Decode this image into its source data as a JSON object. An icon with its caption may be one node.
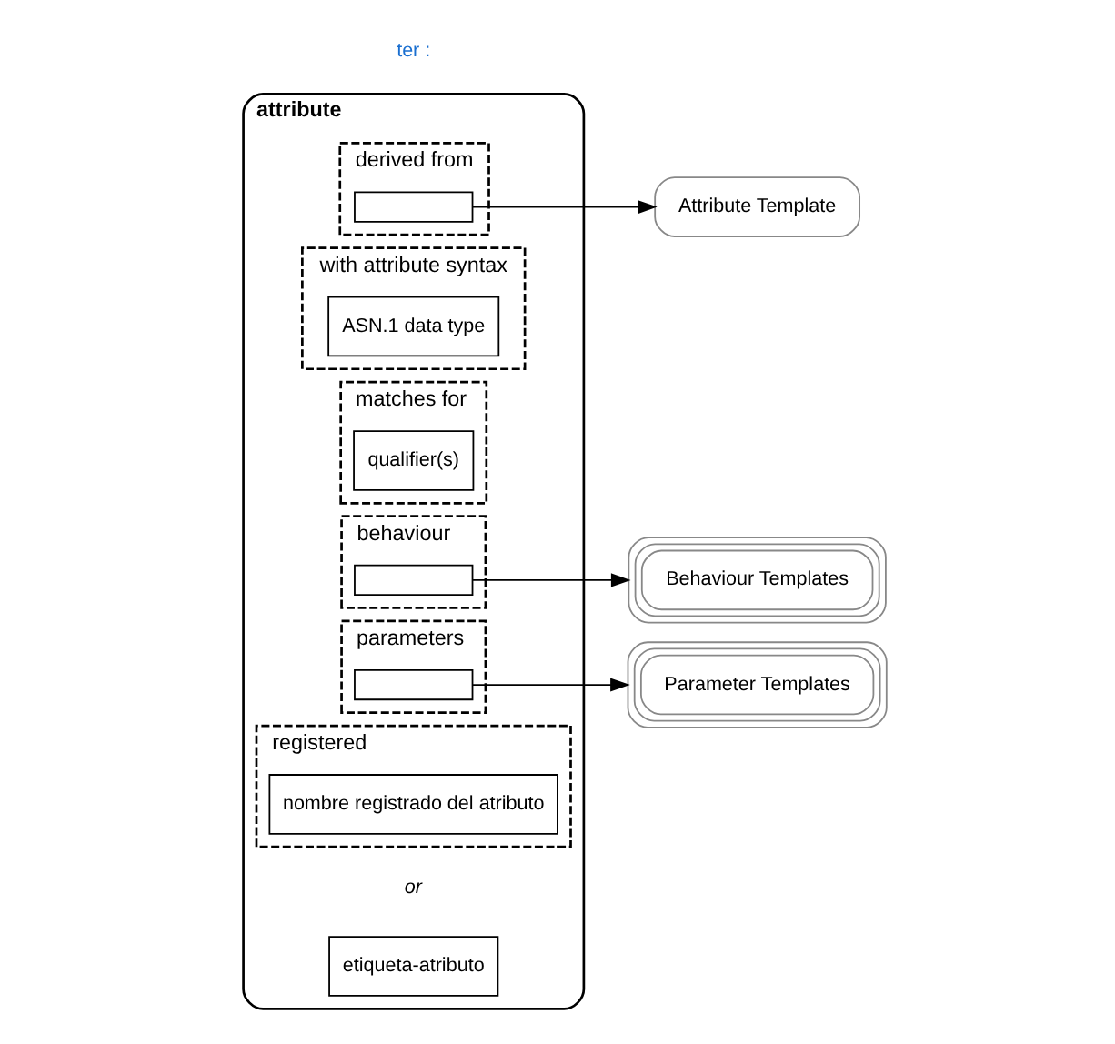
{
  "diagram": {
    "nodes": [
      {
        "text": [
          "attribute"
        ]
      },
      {
        "text": [
          "etiqueta-atributo"
        ],
        "in": 0
      },
      {
        "text": [
          "derived from"
        ],
        "in": 0
      },
      {
        "text": [],
        "shape": "box",
        "in": 2
      },
      {
        "text": [
          "with attribute syntax"
        ],
        "in": 0
      },
      {
        "text": [
          "ASN.1 data type"
        ],
        "in": 4
      },
      {
        "text": [
          "matches for"
        ],
        "in": 0
      },
      {
        "text": [
          "qualifier(s)"
        ],
        "in": 6
      },
      {
        "text": [
          "behaviour"
        ],
        "in": 0
      },
      {
        "text": [],
        "shape": "box",
        "in": 8
      },
      {
        "text": [
          "parameters"
        ],
        "in": 0
      },
      {
        "text": [],
        "shape": "box",
        "in": 10
      },
      {
        "text": [
          "registered"
        ],
        "in": 0
      },
      {
        "text": [
          "nombre registrado del atributo"
        ],
        "in": 12
      },
      {
        "text": [
          "Attribute Template"
        ]
      },
      {
        "text": [
          "Behaviour Templates"
        ]
      },
      {
        "text": [
          "Parameter Templates"
        ]
      }
    ],
    "edges": [
      {
        "from": 3,
        "to": 14,
        "arrow": "to"
      },
      {
        "from": 9,
        "to": 15,
        "arrow": "to"
      },
      {
        "from": 11,
        "to": 16,
        "arrow": "to"
      }
    ],
    "labels": [
      "or",
      "ter :"
    ]
  }
}
